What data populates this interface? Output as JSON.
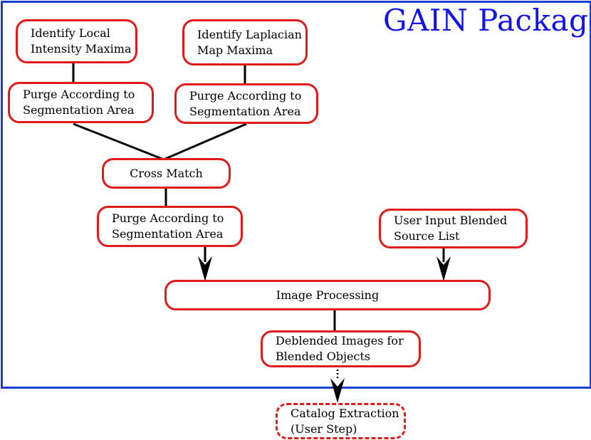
{
  "package": {
    "title": "GAIN Package"
  },
  "nodes": {
    "identify_local": {
      "line1": "Identify Local",
      "line2": "Intensity Maxima"
    },
    "identify_laplacian": {
      "line1": "Identify Laplacian",
      "line2": "Map Maxima"
    },
    "purge_left": {
      "line1": "Purge According to",
      "line2": "Segmentation Area"
    },
    "purge_right": {
      "line1": "Purge According to",
      "line2": "Segmentation Area"
    },
    "cross_match": {
      "label": "Cross Match"
    },
    "purge_after_match": {
      "line1": "Purge According to",
      "line2": "Segmentation Area"
    },
    "user_input": {
      "line1": "User Input Blended",
      "line2": "Source List"
    },
    "image_processing": {
      "label": "Image Processing"
    },
    "deblended": {
      "line1": "Deblended Images for",
      "line2": "Blended Objects"
    },
    "catalog_extraction": {
      "line1": "Catalog Extraction",
      "line2": "(User Step)"
    }
  },
  "colors": {
    "frame": "#1f3fd0",
    "title": "#1414e6",
    "box_border": "#e01b1b",
    "connector": "#000000"
  }
}
